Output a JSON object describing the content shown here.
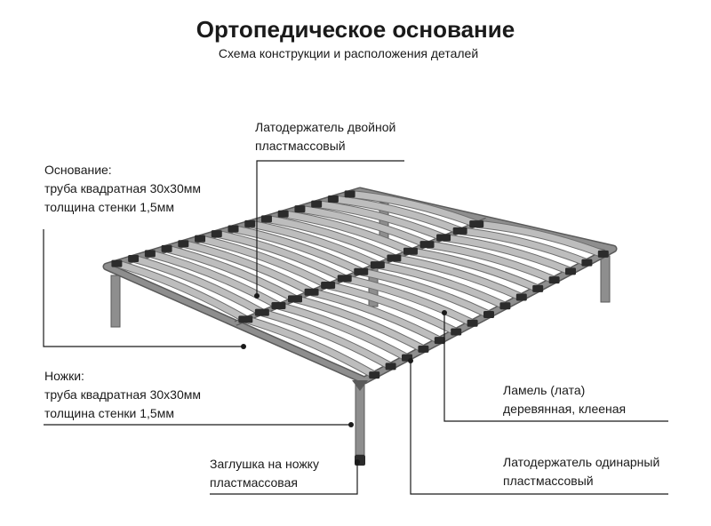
{
  "header": {
    "title": "Ортопедическое основание",
    "subtitle": "Схема конструкции и расположения деталей"
  },
  "callouts": {
    "double_holder": {
      "line1": "Латодержатель двойной",
      "line2": "пластмассовый"
    },
    "base": {
      "line1": "Основание:",
      "line2": "труба квадратная 30х30мм",
      "line3": "толщина стенки 1,5мм"
    },
    "legs": {
      "line1": "Ножки:",
      "line2": "труба квадратная 30х30мм",
      "line3": "толщина стенки 1,5мм"
    },
    "leg_cap": {
      "line1": "Заглушка на ножку",
      "line2": "пластмассовая"
    },
    "slat": {
      "line1": "Ламель (лата)",
      "line2": "деревянная, клееная"
    },
    "single_holder": {
      "line1": "Латодержатель одинарный",
      "line2": "пластмассовый"
    }
  },
  "colors": {
    "frame": "#8e8e8e",
    "frame_edge": "#5a5a5a",
    "slat": "#bdbdbd",
    "slat_edge": "#6e6e6e",
    "holder": "#2b2b2b",
    "leader_line": "#1a1a1a"
  }
}
